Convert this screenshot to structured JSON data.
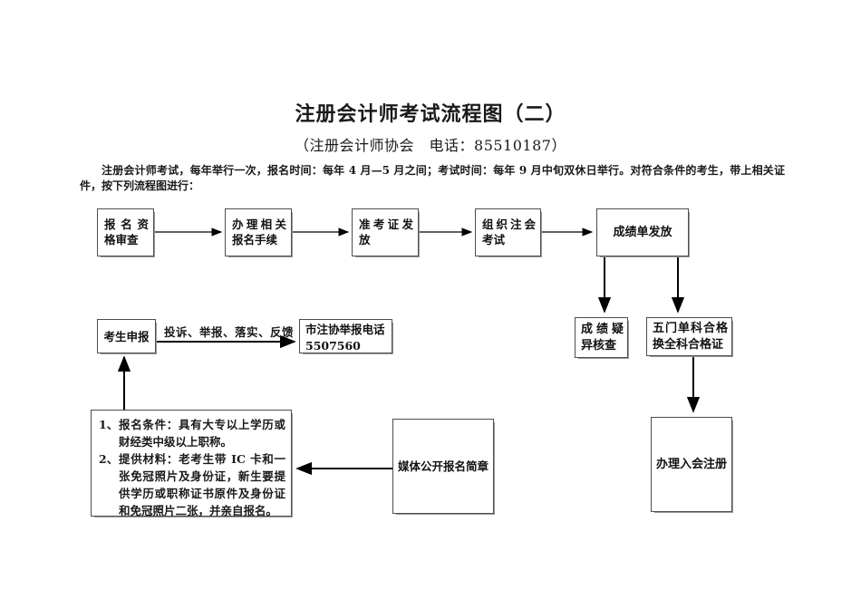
{
  "doc": {
    "title": "注册会计师考试流程图（二）",
    "subtitle": "（注册会计师协会　电话：85510187）",
    "intro_line": "注册会计师考试，每年举行一次，报名时间：每年 4 月—5 月之间；考试时间：每年 9 月中旬双休日举行。对符合条件的考生，带上相关证件，按下列流程图进行："
  },
  "flow": {
    "boxes": {
      "qualification": "报名资格审查",
      "procedures": "办理相关报名手续",
      "admission_ticket": "准考证发放",
      "organize_exam": "组织注会考试",
      "score_release": "成绩单发放",
      "candidate_report": "考生申报",
      "hotline_line1": "市注协举报电话",
      "hotline_line2": "5507560",
      "score_check": "成绩疑异核查",
      "certificate": "五门单科合格换全科合格证",
      "media": "媒体公开报名简章",
      "registration": "办理入会注册"
    },
    "edge_label": "投诉、举报、落实、反馈",
    "notes": {
      "items": [
        {
          "num": "1、",
          "text": "报名条件：具有大专以上学历或财经类中级以上职称。"
        },
        {
          "num": "2、",
          "text": "提供材料：老考生带 IC 卡和一张免冠照片及身份证，新生要提供学历或职称证书原件及身份证和免冠照片二张，并亲自报名。"
        }
      ]
    }
  },
  "colors": {
    "ink": "#1a1a1a",
    "border": "#4d4d4d",
    "shadow": "#9a9a9a",
    "background": "#ffffff"
  }
}
